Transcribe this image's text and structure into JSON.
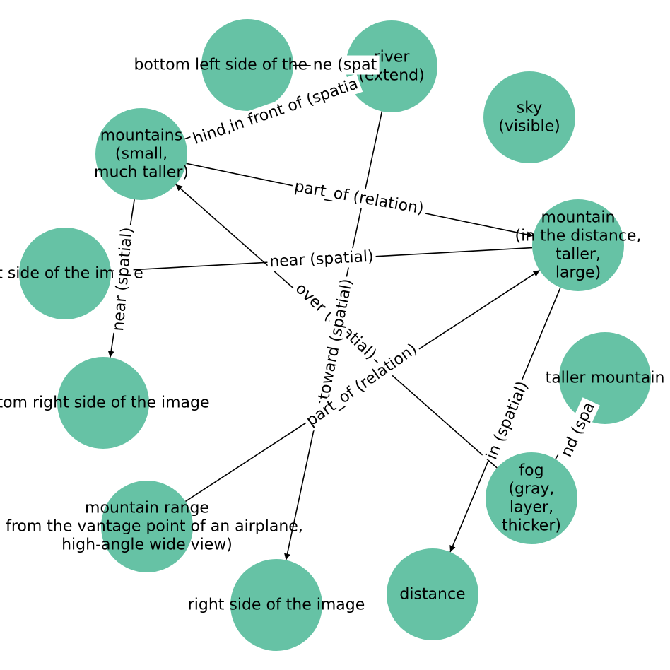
{
  "graph": {
    "node_color": "#66c2a5",
    "edge_color": "#000000",
    "nodes": [
      {
        "id": "bottom_left",
        "lines": [
          "bottom left side of the image"
        ]
      },
      {
        "id": "river",
        "lines": [
          "river",
          "(extend)"
        ]
      },
      {
        "id": "sky",
        "lines": [
          "sky",
          "(visible)"
        ]
      },
      {
        "id": "mountains_small",
        "lines": [
          "mountains",
          "(small,",
          "much taller)"
        ]
      },
      {
        "id": "mountain_distance",
        "lines": [
          "mountain",
          "(in the distance,",
          "taller,",
          "large)"
        ]
      },
      {
        "id": "right_side_mid",
        "lines": [
          "ht side of the image"
        ]
      },
      {
        "id": "bottom_right",
        "lines": [
          "tom right side of the image"
        ]
      },
      {
        "id": "taller_mountain",
        "lines": [
          "taller mountain"
        ]
      },
      {
        "id": "fog",
        "lines": [
          "fog",
          "(gray,",
          "layer,",
          "thicker)"
        ]
      },
      {
        "id": "mountain_range",
        "lines": [
          "mountain range",
          "n from the vantage point of an airplane,",
          "high-angle wide view)"
        ]
      },
      {
        "id": "right_side_bottom",
        "lines": [
          "right side of the image"
        ]
      },
      {
        "id": "distance",
        "lines": [
          "distance"
        ]
      }
    ],
    "edges": [
      {
        "source": "mountains_small",
        "target": "river",
        "label": "hind,in front of (spatia",
        "arrow": false
      },
      {
        "source": "bottom_left",
        "target": "river",
        "label": "ne (spat",
        "arrow": false
      },
      {
        "source": "mountains_small",
        "target": "mountain_distance",
        "label": "part_of (relation)",
        "arrow": true
      },
      {
        "source": "right_side_mid",
        "target": "mountain_distance",
        "label": "near (spatial)",
        "arrow": false
      },
      {
        "source": "mountains_small",
        "target": "bottom_right",
        "label": "near (spatial)",
        "arrow": true
      },
      {
        "source": "fog",
        "target": "mountains_small",
        "label": "over (spatial)",
        "arrow": true
      },
      {
        "source": "river",
        "target": "right_side_bottom",
        "label": "toward (spatial)",
        "arrow": true
      },
      {
        "source": "mountain_range",
        "target": "mountain_distance",
        "label": "part_of (relation)",
        "arrow": true
      },
      {
        "source": "mountain_distance",
        "target": "distance",
        "label": "in (spatial)",
        "arrow": true
      },
      {
        "source": "taller_mountain",
        "target": "fog",
        "label": "nd (spa",
        "arrow": false
      }
    ]
  }
}
